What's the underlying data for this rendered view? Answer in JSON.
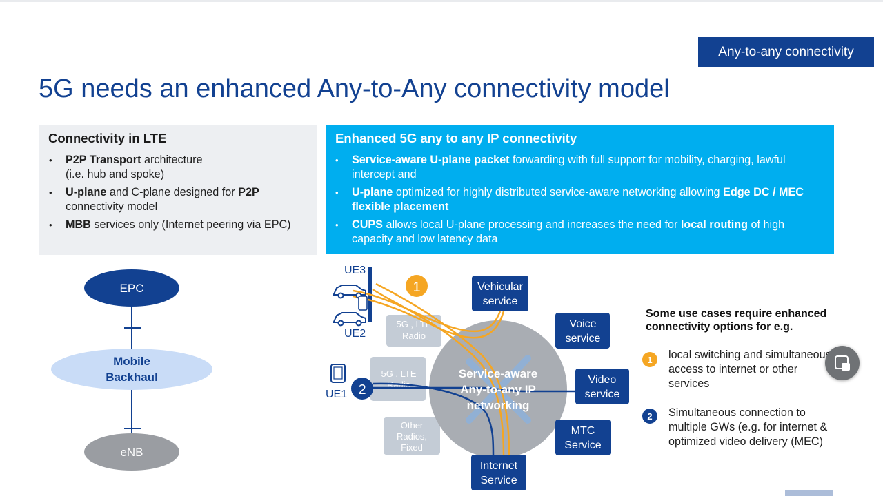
{
  "slide": {
    "tag": "Any-to-any connectivity",
    "title": "5G needs an enhanced Any-to-Any connectivity model"
  },
  "lte_box": {
    "heading": "Connectivity in LTE",
    "bullets": [
      {
        "bold": "P2P Transport",
        "text": " architecture",
        "line2": "(i.e. hub and spoke)"
      },
      {
        "bold": "U-plane",
        "text": " and C-plane designed for ",
        "bold2": "P2P",
        "line2": "connectivity model"
      },
      {
        "bold": "MBB",
        "text": " services only (Internet peering via EPC)"
      }
    ]
  },
  "g5_box": {
    "heading": "Enhanced 5G any to any IP connectivity",
    "bullets": [
      {
        "bold": "Service-aware U-plane packet",
        "text": " forwarding with full support for mobility, charging, lawful intercept and"
      },
      {
        "bold": "U-plane",
        "text": " optimized for highly distributed service-aware networking allowing ",
        "bold2": "Edge DC / MEC flexible placement"
      },
      {
        "bold": "CUPS",
        "text": " allows local U-plane processing and increases the need for ",
        "bold2": "local routing",
        "text2": " of high capacity and low latency data"
      }
    ]
  },
  "lte_diagram": {
    "epc": "EPC",
    "backhaul_l1": "Mobile",
    "backhaul_l2": "Backhaul",
    "enb": "eNB"
  },
  "g5_diagram": {
    "ue3": "UE3",
    "ue2": "UE2",
    "ue1": "UE1",
    "radio1_l1": "5G , LTE",
    "radio1_l2": "Radio",
    "radio2_l1": "5G , LTE",
    "radio2_l2": "Radio",
    "other_l1": "Other",
    "other_l2": "Radios,",
    "other_l3": "Fixed",
    "core_l1": "Service-aware",
    "core_l2": "Any-to-any IP",
    "core_l3": "networking",
    "vehicular_l1": "Vehicular",
    "vehicular_l2": "service",
    "voice_l1": "Voice",
    "voice_l2": "service",
    "video_l1": "Video",
    "video_l2": "service",
    "mtc_l1": "MTC",
    "mtc_l2": "Service",
    "internet_l1": "Internet",
    "internet_l2": "Service",
    "marker1": "1",
    "marker2": "2"
  },
  "use_cases": {
    "heading": "Some use cases require enhanced connectivity options for e.g.",
    "items": [
      {
        "number": "1",
        "text": "local switching and simultaneous access to internet or other services"
      },
      {
        "number": "2",
        "text": "Simultaneous connection to multiple GWs (e.g. for internet & optimized video delivery (MEC)"
      }
    ]
  },
  "colors": {
    "brand_blue": "#124191",
    "cyan": "#00aeef",
    "orange": "#f5a623",
    "light_blue": "#c9dcf7",
    "grey": "#9a9da2",
    "radio_grey": "#c4ccd6"
  },
  "floating_button": {
    "icon": "picture-in-picture-icon"
  }
}
